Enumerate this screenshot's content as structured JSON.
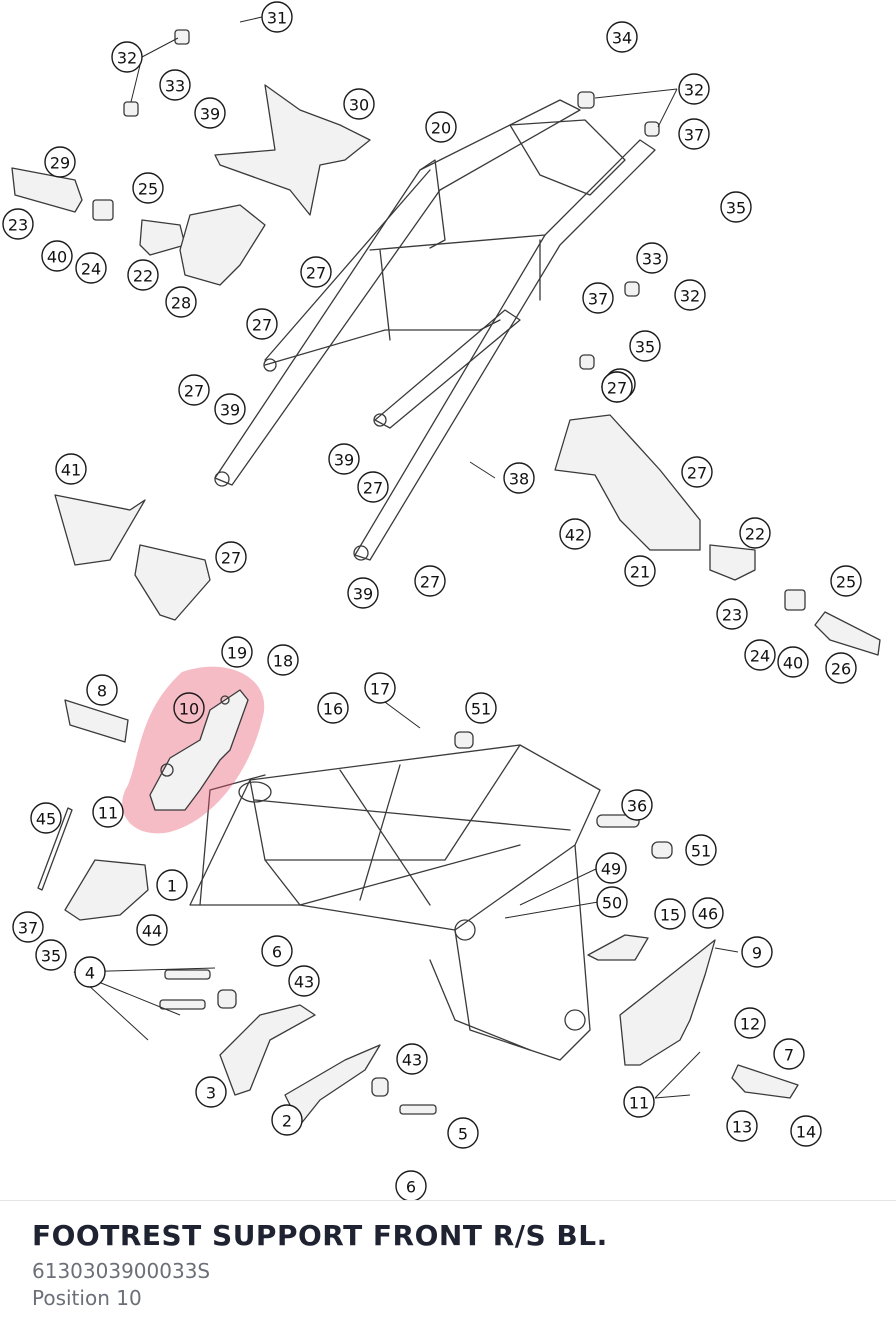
{
  "diagram": {
    "highlight_color": "#e8506a",
    "highlighted_callout": "10",
    "callouts": [
      "31",
      "32",
      "33",
      "39",
      "30",
      "34",
      "32",
      "20",
      "37",
      "35",
      "29",
      "25",
      "23",
      "40",
      "24",
      "22",
      "28",
      "27",
      "27",
      "39",
      "33",
      "32",
      "37",
      "35",
      "32",
      "27",
      "39",
      "27",
      "39",
      "27",
      "38",
      "27",
      "42",
      "41",
      "27",
      "22",
      "21",
      "39",
      "27",
      "23",
      "25",
      "24",
      "40",
      "26",
      "19",
      "18",
      "10",
      "8",
      "17",
      "16",
      "51",
      "11",
      "36",
      "51",
      "45",
      "1",
      "49",
      "50",
      "37",
      "44",
      "35",
      "15",
      "46",
      "4",
      "6",
      "9",
      "43",
      "43",
      "12",
      "7",
      "3",
      "2",
      "5",
      "11",
      "13",
      "14",
      "6"
    ]
  },
  "part": {
    "title": "FOOTREST SUPPORT FRONT R/S BL.",
    "number": "6130303900033S",
    "position": "Position 10"
  }
}
